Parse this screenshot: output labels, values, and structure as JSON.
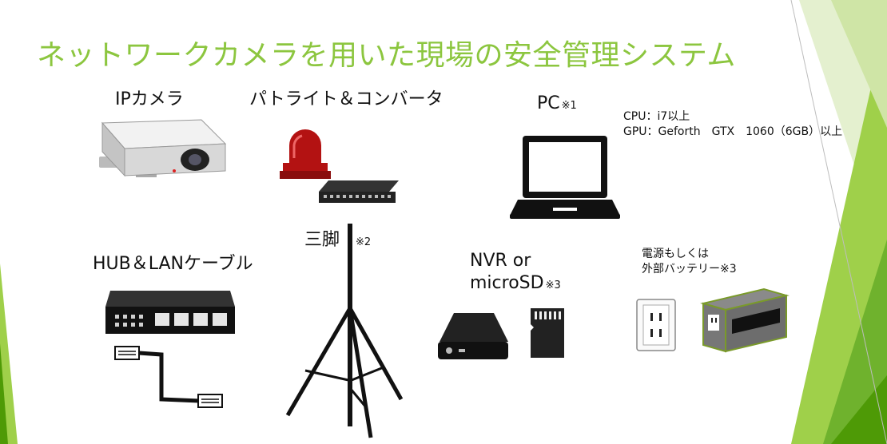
{
  "slide": {
    "title": "ネットワークカメラを用いた現場の安全管理システム",
    "accent_color": "#8cc63f",
    "accent_dark": "#4e9a06"
  },
  "items": {
    "ip_camera": {
      "label": "IPカメラ",
      "icon": "security-camera-icon"
    },
    "patlite": {
      "label": "パトライト＆コンバータ",
      "icon": "rotating-warning-light-icon",
      "icon2": "converter-device-icon"
    },
    "pc": {
      "label": "PC",
      "note_mark": "※1",
      "icon": "laptop-icon",
      "specs": [
        "CPU：i7以上",
        "GPU：Geforth　GTX　1060（6GB）以上"
      ]
    },
    "tripod": {
      "label": "三脚",
      "note_mark": "※2",
      "icon": "tripod-icon"
    },
    "hub": {
      "label": "HUB＆LANケーブル",
      "icon": "network-hub-icon",
      "icon2": "lan-cable-icon"
    },
    "storage": {
      "label_line1": "NVR or",
      "label_line2": "microSD",
      "note_mark": "※3",
      "icon": "nvr-drive-icon",
      "icon2": "microsd-card-icon"
    },
    "power": {
      "label_line1": "電源もしくは",
      "label_line2": "外部バッテリー※3",
      "icon": "wall-outlet-icon",
      "icon2": "external-battery-icon"
    }
  }
}
